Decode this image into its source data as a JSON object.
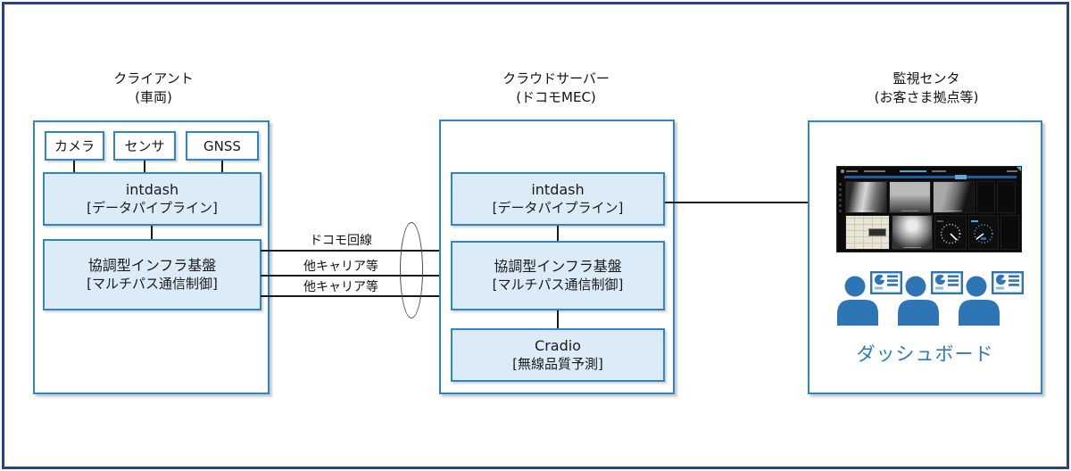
{
  "colors": {
    "frame_navy": "#28418C",
    "box_border_blue": "#2E86C4",
    "box_fill_light_blue": "#DCEBF8",
    "icon_blue": "#2E75B6",
    "dashboard_label_blue": "#2B7BC1",
    "connector_black": "#1A1A1A",
    "seekbar_blue": "#1261A8"
  },
  "columns": {
    "client": {
      "title": "クライアント",
      "subtitle": "(車両)",
      "sensors": [
        "カメラ",
        "センサ",
        "GNSS"
      ],
      "intdash": {
        "name": "intdash",
        "role": "[データパイプライン]"
      },
      "infra": {
        "name": "協調型インフラ基盤",
        "role": "[マルチパス通信制御]"
      }
    },
    "cloud": {
      "title": "クラウドサーバー",
      "subtitle": "(ドコモMEC)",
      "intdash": {
        "name": "intdash",
        "role": "[データパイプライン]"
      },
      "infra": {
        "name": "協調型インフラ基盤",
        "role": "[マルチパス通信制御]"
      },
      "cradio": {
        "name": "Cradio",
        "role": "[無線品質予測]"
      }
    },
    "monitor": {
      "title": "監視センタ",
      "subtitle": "(お客さま拠点等)",
      "dashboard_label": "ダッシュボード"
    }
  },
  "links": {
    "docomo": "ドコモ回線",
    "carrier1": "他キャリア等",
    "carrier2": "他キャリア等"
  }
}
